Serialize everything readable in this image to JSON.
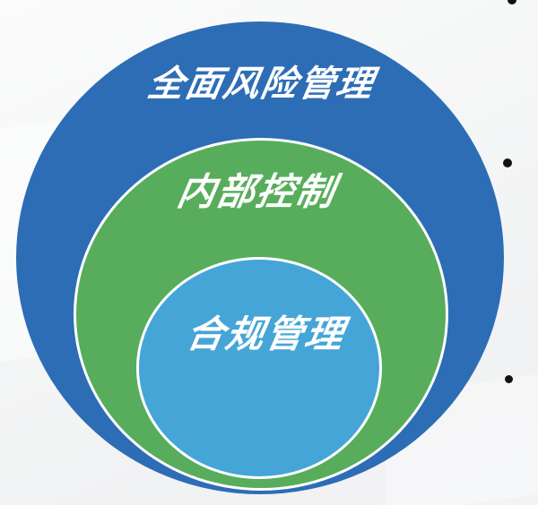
{
  "diagram": {
    "type": "nested-circles",
    "background_color": "#f2f3f4",
    "ring_border_color": "#ffffff",
    "rings": [
      {
        "label": "全面风险管理",
        "color": "#2d6db5",
        "text_color": "#ffffff"
      },
      {
        "label": "内部控制",
        "color": "#57ad5b",
        "text_color": "#ffffff"
      },
      {
        "label": "合规管理",
        "color": "#45a5d6",
        "text_color": "#ffffff"
      }
    ]
  },
  "decorations": {
    "bullet_dots": [
      {
        "position": "top-right-clipped"
      },
      {
        "position": "right-middle"
      },
      {
        "position": "right-lower"
      }
    ],
    "bullet_dot_color": "#121212"
  }
}
